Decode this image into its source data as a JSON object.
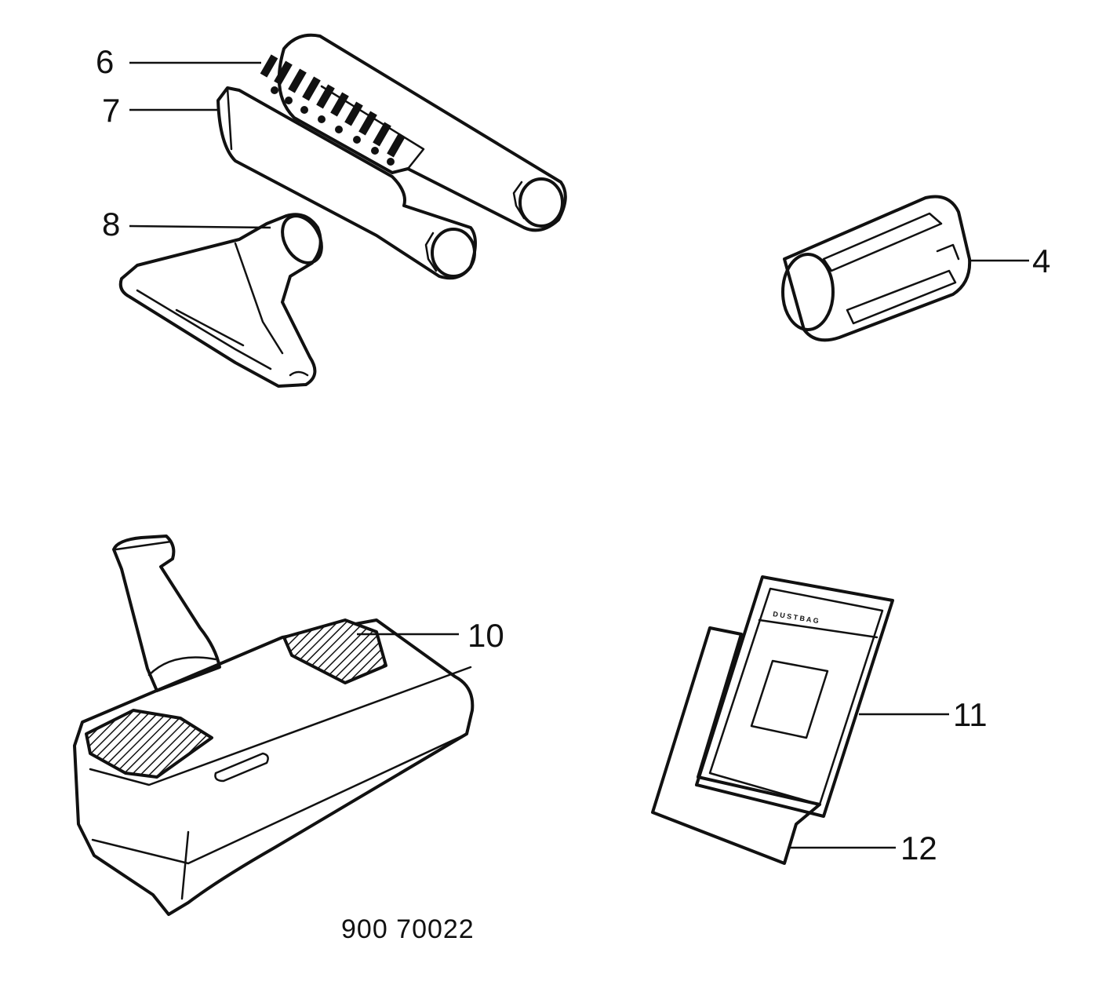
{
  "callouts": {
    "brush_nozzle": "6",
    "upholstery_nozzle": "7",
    "furniture_nozzle": "8",
    "tube_adapter": "4",
    "floor_nozzle": "10",
    "instruction_booklet": "11",
    "dust_bag": "12"
  },
  "booklet_cover_text": "D U S T B A G",
  "drawing_number": "900 70022"
}
